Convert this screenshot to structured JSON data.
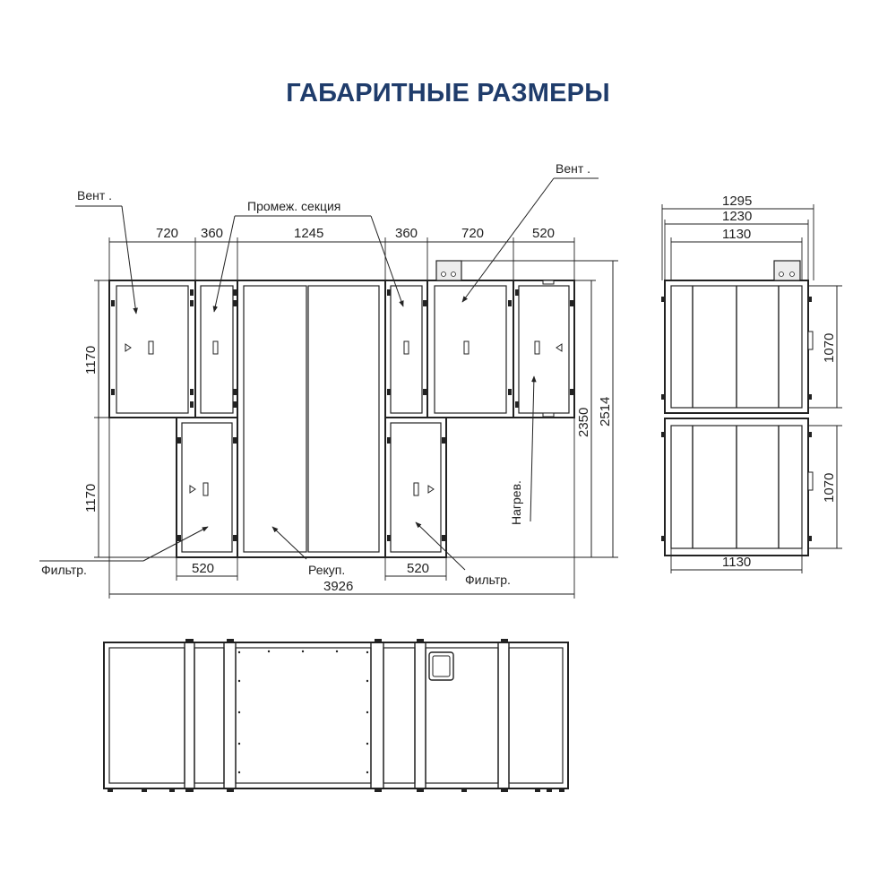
{
  "title": "ГАБАРИТНЫЕ РАЗМЕРЫ",
  "labels": {
    "vent_left": "Вент .",
    "vent_right": "Вент .",
    "intermediate": "Промеж. секция",
    "heating": "Нагрев.",
    "filter_left": "Фильтр.",
    "filter_right": "Фильтр.",
    "recup": "Рекуп."
  },
  "dimensions": {
    "front_top": [
      "720",
      "360",
      "1245",
      "360",
      "720",
      "520"
    ],
    "left_upper_height": "1170",
    "left_lower_height": "1170",
    "height_2350": "2350",
    "height_2514": "2514",
    "filter_width_left": "520",
    "filter_width_right": "520",
    "total_length": "3926",
    "side_1295": "1295",
    "side_1230": "1230",
    "side_1130_top": "1130",
    "side_1130_bottom": "1130",
    "side_upper_1070": "1070",
    "side_lower_1070": "1070"
  }
}
